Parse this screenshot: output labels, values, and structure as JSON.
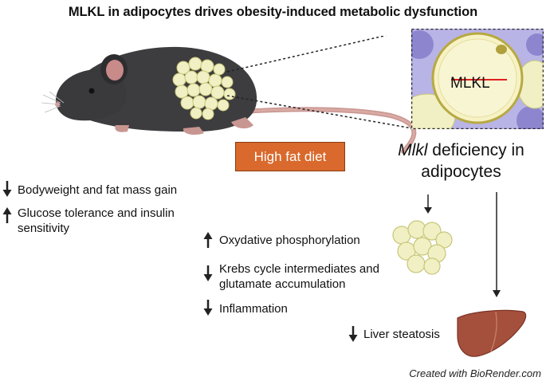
{
  "title": "MLKL in adipocytes drives obesity-induced metabolic dysfunction",
  "diet": {
    "label": "High fat diet"
  },
  "inset": {
    "protein_label": "MLKL"
  },
  "deficiency": {
    "gene": "Mlkl",
    "line1_rest": " deficiency in",
    "line2": "adipocytes"
  },
  "whole_body": {
    "items": [
      {
        "direction": "down",
        "lines": [
          "Bodyweight and fat mass gain"
        ]
      },
      {
        "direction": "up",
        "lines": [
          "Glucose tolerance and insulin",
          "sensitivity"
        ]
      }
    ]
  },
  "adipose": {
    "items": [
      {
        "direction": "up",
        "lines": [
          "Oxydative phosphorylation"
        ]
      },
      {
        "direction": "down",
        "lines": [
          "Krebs cycle intermediates and",
          "glutamate accumulation"
        ]
      },
      {
        "direction": "down",
        "lines": [
          "Inflammation"
        ]
      }
    ]
  },
  "liver": {
    "direction": "down",
    "label": "Liver steatosis"
  },
  "credit": "Created with BioRender.com",
  "colors": {
    "diet_box": "#d9692c",
    "mouse_body": "#3d3d3f",
    "fat": "#f1f0c4",
    "strike": "#e0201c",
    "liver": "#a4503c",
    "inset_bg": "#b9b4e6"
  }
}
